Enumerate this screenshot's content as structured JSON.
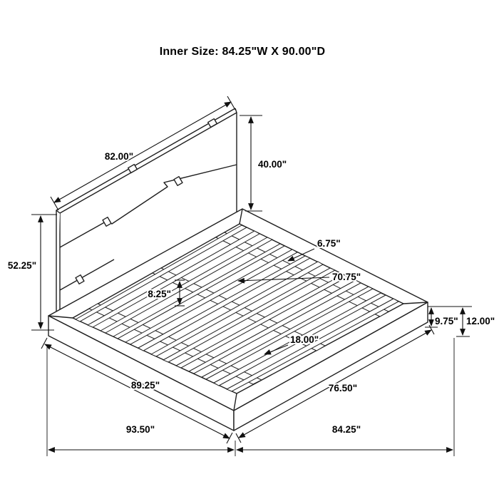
{
  "title": "Inner Size: 84.25\"W X 90.00\"D",
  "dimensions": {
    "headboard_width": "82.00\"",
    "headboard_height": "40.00\"",
    "overall_height": "52.25\"",
    "slat_width": "6.75\"",
    "slat_span": "70.75\"",
    "slat_gap": "8.25\"",
    "platform_depth": "18.00\"",
    "rail_height": "9.75\"",
    "platform_height": "12.00\"",
    "side_length": "89.25\"",
    "foot_width": "76.50\"",
    "overall_depth": "93.50\"",
    "overall_width": "84.25\""
  }
}
